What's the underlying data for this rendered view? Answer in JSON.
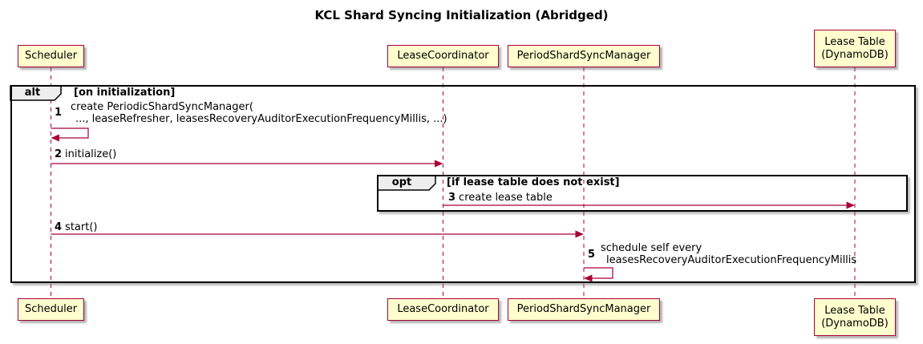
{
  "title": "KCL Shard Syncing Initialization (Abridged)",
  "participants": {
    "scheduler": {
      "name": "Scheduler"
    },
    "lease_coordinator": {
      "name": "LeaseCoordinator"
    },
    "period_shard_sync_manager": {
      "name": "PeriodShardSyncManager"
    },
    "lease_table": {
      "name_line1": "Lease Table",
      "name_line2": "(DynamoDB)"
    }
  },
  "frames": {
    "alt": {
      "keyword": "alt",
      "condition": "[on initialization]"
    },
    "opt": {
      "keyword": "opt",
      "condition": "[if lease table does not exist]"
    }
  },
  "messages": {
    "m1": {
      "num": "1",
      "text_line1": "create PeriodicShardSyncManager(",
      "text_line2": "..., leaseRefresher, leasesRecoveryAuditorExecutionFrequencyMillis, ...)"
    },
    "m2": {
      "num": "2",
      "text": "initialize()"
    },
    "m3": {
      "num": "3",
      "text": "create lease table"
    },
    "m4": {
      "num": "4",
      "text": "start()"
    },
    "m5": {
      "num": "5",
      "text_line1": "schedule self every",
      "text_line2": "leasesRecoveryAuditorExecutionFrequencyMillis"
    }
  },
  "colors": {
    "participant_fill": "#FEFECE",
    "accent": "#A80036",
    "frame_border": "#000000",
    "keyword_bg": "#EEEEEE"
  }
}
